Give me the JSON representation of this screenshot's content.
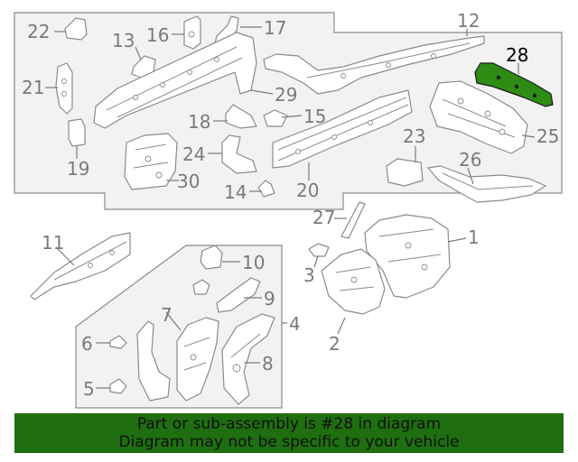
{
  "callouts": {
    "c1": "1",
    "c2": "2",
    "c3": "3",
    "c4": "4",
    "c5": "5",
    "c6": "6",
    "c7": "7",
    "c8": "8",
    "c9": "9",
    "c10": "10",
    "c11": "11",
    "c12": "12",
    "c13": "13",
    "c14": "14",
    "c15": "15",
    "c16": "16",
    "c17": "17",
    "c18": "18",
    "c19": "19",
    "c20": "20",
    "c21": "21",
    "c22": "22",
    "c23": "23",
    "c24": "24",
    "c25": "25",
    "c26": "26",
    "c27": "27",
    "c28": "28",
    "c29": "29",
    "c30": "30"
  },
  "highlight": {
    "part_number": "28",
    "color": "#2e8b14"
  },
  "banner": {
    "line1": "Part or sub-assembly is #28 in diagram",
    "line2": "Diagram may not be specific to your vehicle",
    "background": "#1f6e0f"
  }
}
